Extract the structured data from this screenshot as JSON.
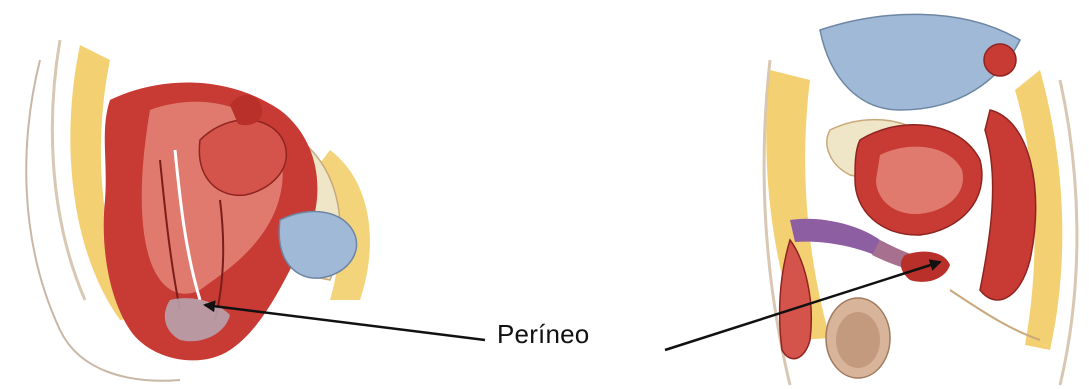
{
  "diagram": {
    "label": "Períneo",
    "panels": [
      "female-pelvis-sagittal-section",
      "male-pelvis-sagittal-section"
    ],
    "colors": {
      "muscle": "#c83a34",
      "muscle_light": "#e07a6e",
      "fat": "#f1c95a",
      "bone": "#efe6c8",
      "bladder": "#9fb9d6",
      "skin": "#f4d9b8",
      "arrow": "#111111"
    }
  }
}
